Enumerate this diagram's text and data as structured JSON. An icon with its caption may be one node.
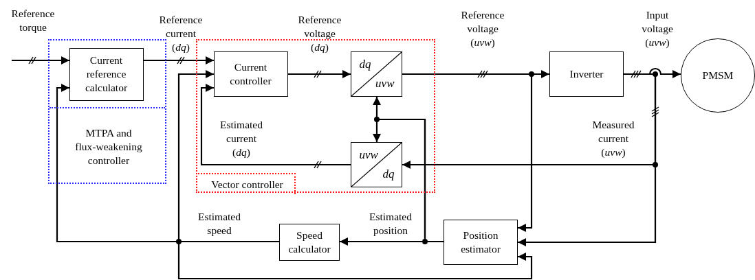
{
  "diagram": {
    "nodes": [
      {
        "text": [
          "MTPA and flux-weakening controller"
        ]
      },
      {
        "text": [
          "Current reference calculator"
        ],
        "in": 0
      },
      {
        "text": [
          "Vector controller"
        ]
      },
      {
        "text": [
          "Current controller"
        ],
        "in": 2
      },
      {
        "text": [
          "dq",
          "uvw"
        ],
        "in": 2
      },
      {
        "text": [
          "uvw",
          "dq"
        ],
        "in": 2
      },
      {
        "text": [
          "Inverter"
        ]
      },
      {
        "text": [
          "PMSM"
        ]
      },
      {
        "text": [
          "Speed calculator"
        ]
      },
      {
        "text": [
          "Position estimator"
        ]
      }
    ],
    "edges": [
      {
        "from": null,
        "to": 1,
        "arrow": "to",
        "label": "Reference torque"
      },
      {
        "from": 1,
        "to": 3,
        "arrow": "to",
        "label": "Reference current (*dq*)"
      },
      {
        "from": 3,
        "to": 4,
        "arrow": "to",
        "label": "Reference voltage (*dq*)"
      },
      {
        "from": 4,
        "to": 6,
        "arrow": "to",
        "label": "Reference voltage (*uvw*)"
      },
      {
        "from": 4,
        "to": 9,
        "arrow": "to"
      },
      {
        "from": 6,
        "to": 7,
        "arrow": "to",
        "label": "Input voltage (*uvw*)"
      },
      {
        "from": 6,
        "to": 5,
        "arrow": "to",
        "label": "Measured current (*uvw*)"
      },
      {
        "from": 6,
        "to": 9,
        "arrow": "to"
      },
      {
        "from": 5,
        "to": 3,
        "arrow": "to",
        "label": "Estimated current (*dq*)"
      },
      {
        "from": 9,
        "to": 8,
        "arrow": "to",
        "label": "Estimated position"
      },
      {
        "from": 9,
        "to": 4,
        "arrow": "to"
      },
      {
        "from": 9,
        "to": 5,
        "arrow": "to"
      },
      {
        "from": 8,
        "to": 1,
        "arrow": "to",
        "label": "Estimated speed"
      },
      {
        "from": 8,
        "to": 3,
        "arrow": "to"
      },
      {
        "from": 8,
        "to": 9,
        "arrow": "to"
      }
    ]
  }
}
